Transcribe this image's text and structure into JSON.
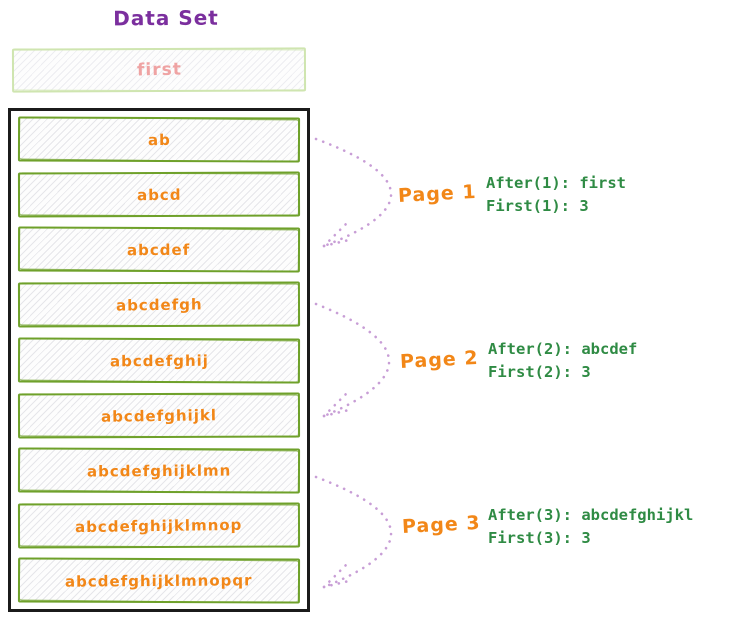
{
  "title": "Data Set",
  "dataset": {
    "previous_item": "first",
    "items": [
      "ab",
      "abcd",
      "abcdef",
      "abcdefgh",
      "abcdefghij",
      "abcdefghijkl",
      "abcdefghijklmn",
      "abcdefghijklmnop",
      "abcdefghijklmnopqr"
    ]
  },
  "pages": [
    {
      "label": "Page 1",
      "after_line": "After(1): first",
      "first_line": "First(1): 3"
    },
    {
      "label": "Page 2",
      "after_line": "After(2): abcdef",
      "first_line": "First(2): 3"
    },
    {
      "label": "Page 3",
      "after_line": "After(3): abcdefghijkl",
      "first_line": "First(3): 3"
    }
  ],
  "colors": {
    "title-purple": "#7B2F9E",
    "arrow-lavender": "#C89ED6",
    "item-orange": "#F28718",
    "box-green": "#6FA12B",
    "ghost-green": "#CFE5B0",
    "ghost-pink": "#EFA3A3",
    "annotation-green": "#2F8B44",
    "container-black": "#1B1B1B"
  }
}
